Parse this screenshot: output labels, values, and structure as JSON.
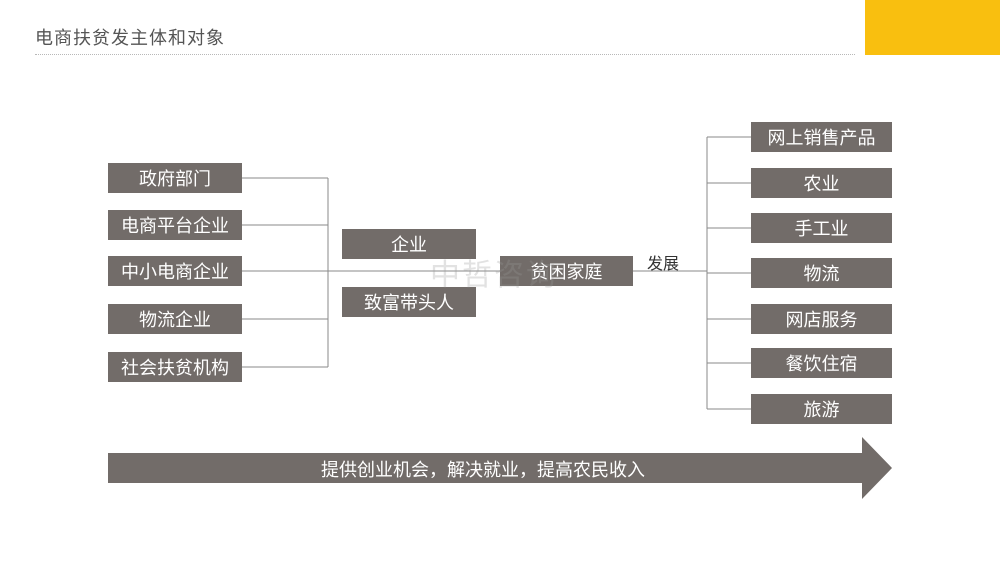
{
  "header": {
    "title": "电商扶贫发主体和对象",
    "accent_color": "#f9bf0f"
  },
  "box_color": "#726c69",
  "actors": [
    "政府部门",
    "电商平台企业",
    "中小电商企业",
    "物流企业",
    "社会扶贫机构"
  ],
  "middle": [
    "企业",
    "致富带头人"
  ],
  "center": "贫困家庭",
  "connector_label": "发展",
  "outcomes": [
    "网上销售产品",
    "农业",
    "手工业",
    "物流",
    "网店服务",
    "餐饮住宿",
    "旅游"
  ],
  "banner": "提供创业机会，解决就业，提高农民收入",
  "watermark": "中哲咨询"
}
